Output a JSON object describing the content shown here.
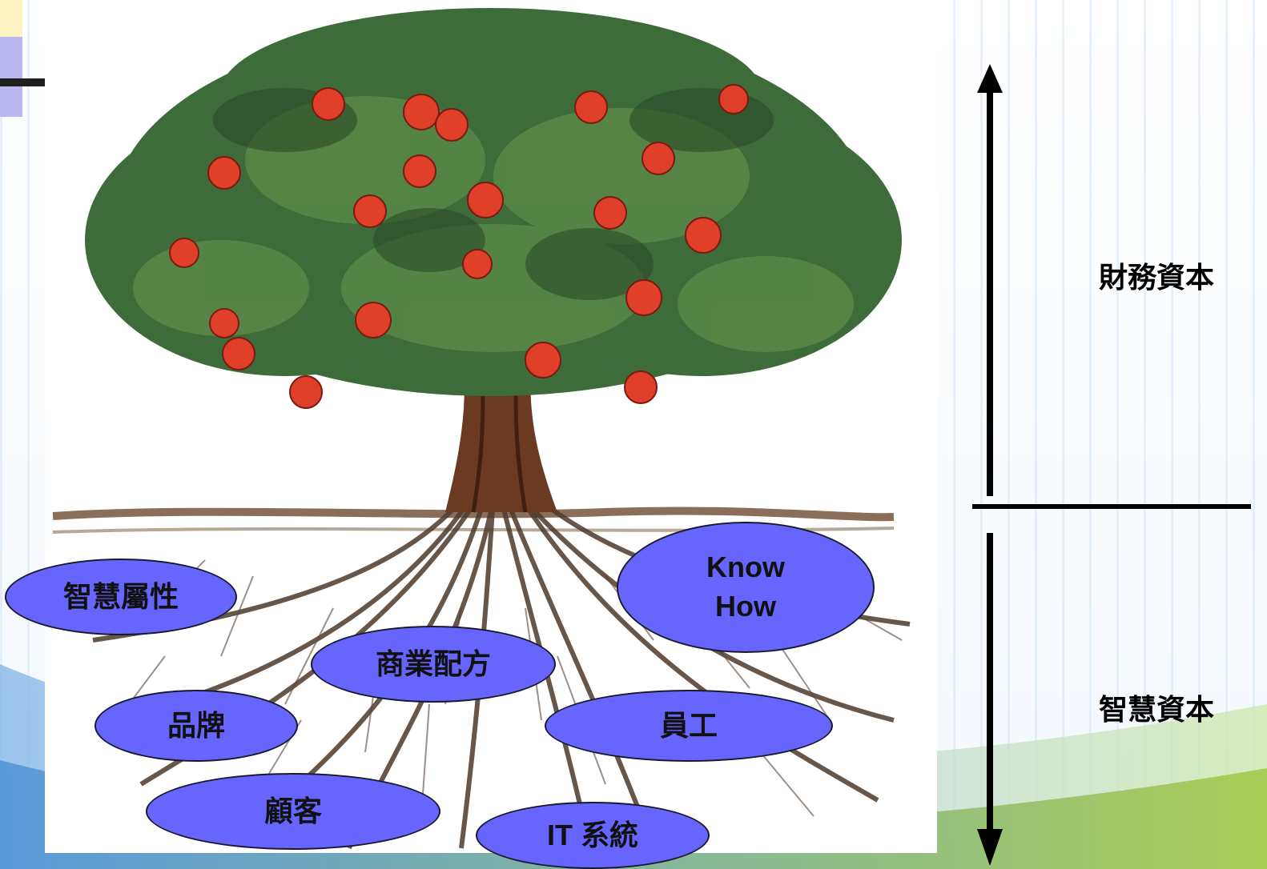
{
  "diagram": {
    "side_labels": {
      "upper": "財務資本",
      "lower": "智慧資本"
    },
    "bubbles": [
      {
        "id": "ip",
        "label": "智慧屬性"
      },
      {
        "id": "knowhow",
        "label_line1": "Know",
        "label_line2": "How"
      },
      {
        "id": "recipe",
        "label": "商業配方"
      },
      {
        "id": "brand",
        "label": "品牌"
      },
      {
        "id": "staff",
        "label": "員工"
      },
      {
        "id": "customer",
        "label": "顧客"
      },
      {
        "id": "it",
        "label": "IT 系統"
      }
    ]
  },
  "colors": {
    "bubble_fill": "#6666ff",
    "foliage": "#3d6b3a",
    "fruit": "#e0402a",
    "trunk": "#6b3a22"
  },
  "icons": [
    "up-arrow-icon",
    "down-arrow-icon"
  ]
}
